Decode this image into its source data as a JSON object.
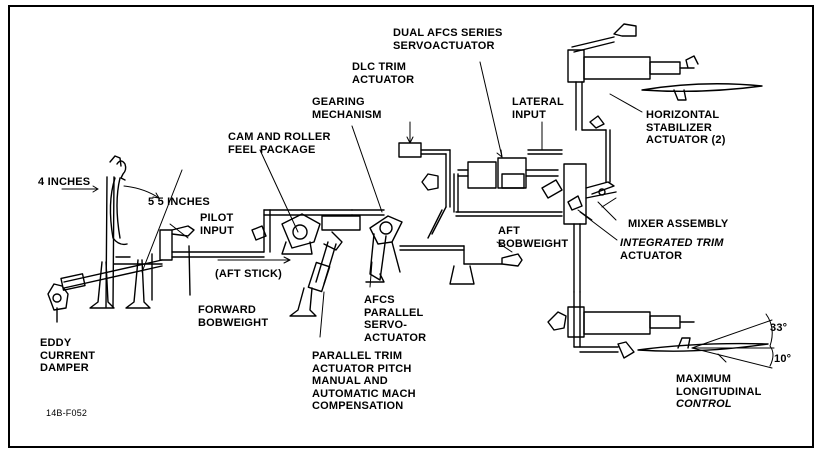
{
  "labels": {
    "four_inches": "4 INCHES",
    "five_five_inches": "5 5 INCHES",
    "pilot_input": "PILOT\nINPUT",
    "aft_stick": "(AFT STICK)",
    "cam_roller": "CAM AND ROLLER\nFEEL PACKAGE",
    "gearing_mechanism": "GEARING\nMECHANISM",
    "dlc_trim": "DLC TRIM\nACTUATOR",
    "dual_afcs": "DUAL AFCS SERIES\nSERVOACTUATOR",
    "lateral_input": "LATERAL\nINPUT",
    "horizontal_stabilizer": "HORIZONTAL\nSTABILIZER\nACTUATOR (2)",
    "mixer_assembly": "MIXER ASSEMBLY",
    "integrated_trim_1": "INTEGRATED TRIM",
    "integrated_trim_2": "ACTUATOR",
    "aft_bobweight": "AFT\nBOBWEIGHT",
    "forward_bobweight": "FORWARD\nBOBWEIGHT",
    "eddy_current": "EDDY\nCURRENT\nDAMPER",
    "afcs_parallel": "AFCS\nPARALLEL\nSERVO-\nACTUATOR",
    "parallel_trim": "PARALLEL TRIM\nACTUATOR PITCH\nMANUAL AND\nAUTOMATIC MACH\nCOMPENSATION",
    "max_long_1": "MAXIMUM\nLONGITUDINAL",
    "max_long_2": "CONTROL",
    "deg_33": "33°",
    "deg_10": "10°",
    "fig_id": "14B-F052"
  }
}
